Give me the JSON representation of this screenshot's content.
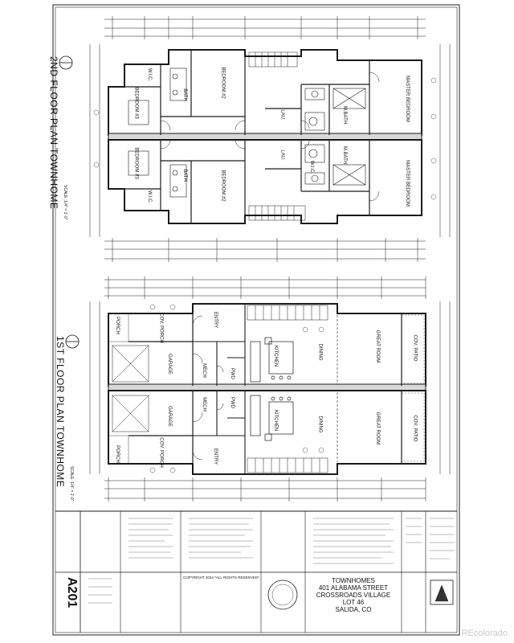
{
  "sheet": {
    "number": "A201",
    "project_title": "TOWNHOMES",
    "address_line1": "401 ALABAMA STREET",
    "address_line2": "CROSSROADS VILLAGE",
    "lot": "LOT 46",
    "city": "SALIDA, CO",
    "copyright": "COPYRIGHT 2024 *ALL RIGHTS RESERVED*"
  },
  "plans": {
    "second_floor_title": "2ND FLOOR PLAN TOWNHOME",
    "first_floor_title": "1ST FLOOR PLAN TOWNHOME",
    "scale_note": "SCALE: 1/4\" = 1'-0\""
  },
  "rooms_second": [
    "W.I.C.",
    "BEDROOM #3",
    "BATH",
    "BEDROOM #2",
    "LAU.",
    "M.BATH",
    "MASTER BEDROOM",
    "W.I.C.",
    "BEDROOM #3",
    "BATH",
    "BEDROOM #2",
    "LAU.",
    "M.BATH",
    "W.I.C.",
    "MASTER BEDROOM"
  ],
  "rooms_first": [
    "PORCH",
    "COV. PORCH",
    "GARAGE",
    "ENTRY",
    "MECH",
    "PWD",
    "KITCHEN",
    "DINING",
    "GREAT ROOM",
    "COV. PATIO",
    "GARAGE",
    "PORCH",
    "COV. PORCH",
    "MECH",
    "PWD",
    "ENTRY",
    "KITCHEN",
    "DINING",
    "GREAT ROOM",
    "COV. PATIO"
  ],
  "watermark": "REcolorado"
}
